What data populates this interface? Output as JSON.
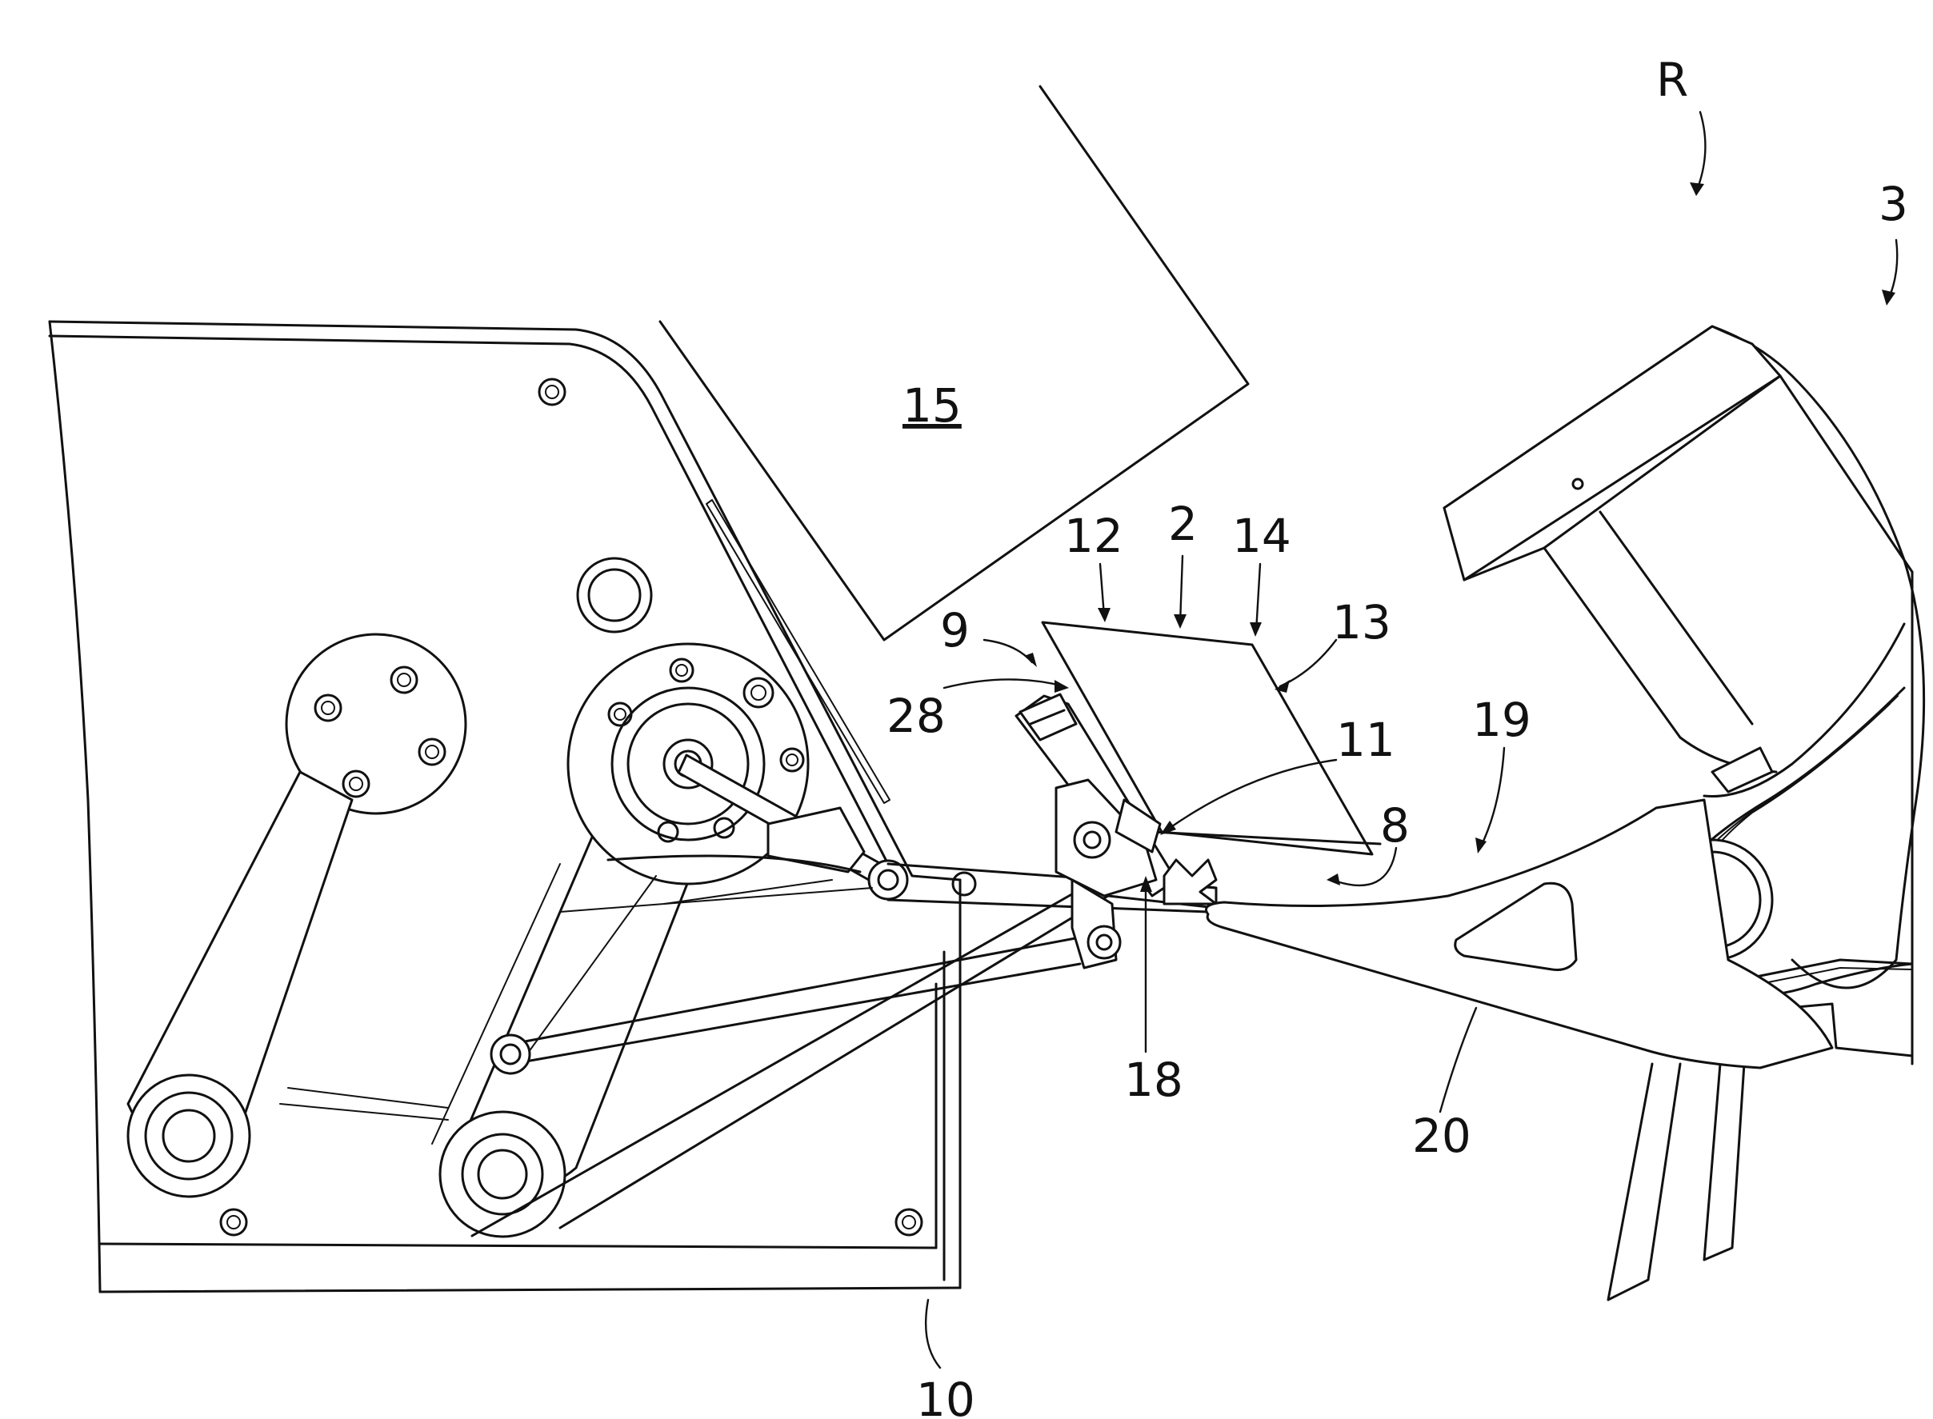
{
  "figure": {
    "labels": {
      "r": "R",
      "n3": "3",
      "n15": "15",
      "n12": "12",
      "n2": "2",
      "n14": "14",
      "n13": "13",
      "n9": "9",
      "n28": "28",
      "n11": "11",
      "n19": "19",
      "n8": "8",
      "n18": "18",
      "n20": "20",
      "n10": "10"
    }
  }
}
